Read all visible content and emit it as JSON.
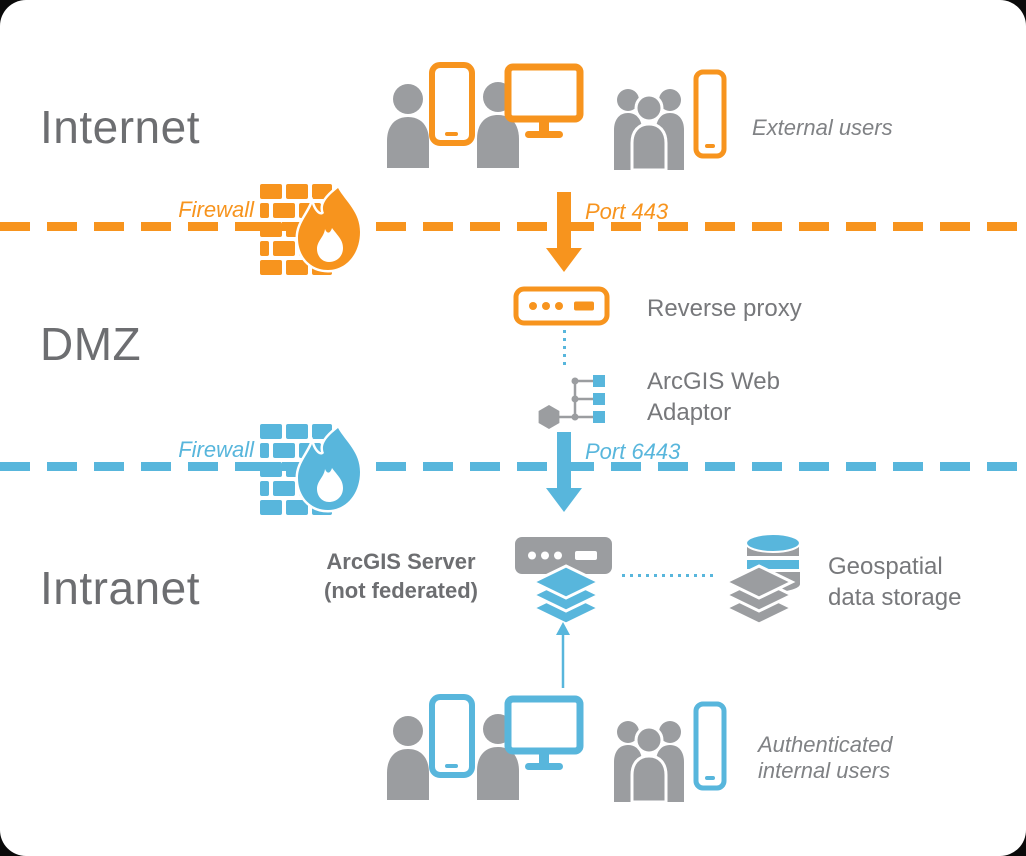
{
  "colors": {
    "orange": "#F7941E",
    "blue": "#58B6DC",
    "icon_gray": "#9B9DA0",
    "text_gray": "#77787B",
    "heading_gray": "#6D6E71"
  },
  "zones": {
    "internet": "Internet",
    "dmz": "DMZ",
    "intranet": "Intranet"
  },
  "firewall_top": {
    "label": "Firewall",
    "port": "Port 443"
  },
  "firewall_bottom": {
    "label": "Firewall",
    "port": "Port 6443"
  },
  "labels": {
    "external_users": "External users",
    "reverse_proxy": "Reverse proxy",
    "web_adaptor": "ArcGIS Web\nAdaptor",
    "arcgis_server": "ArcGIS Server\n(not federated)",
    "storage": "Geospatial\ndata storage",
    "internal_users": "Authenticated\ninternal users"
  },
  "icons": [
    "user-tablet-icon",
    "user-desktop-icon",
    "user-group-phone-icon",
    "firewall-brick-flame-icon",
    "server-icon",
    "network-adaptor-icon",
    "layers-icon",
    "database-cylinder-icon",
    "arrow-down-icon",
    "arrow-up-icon"
  ]
}
